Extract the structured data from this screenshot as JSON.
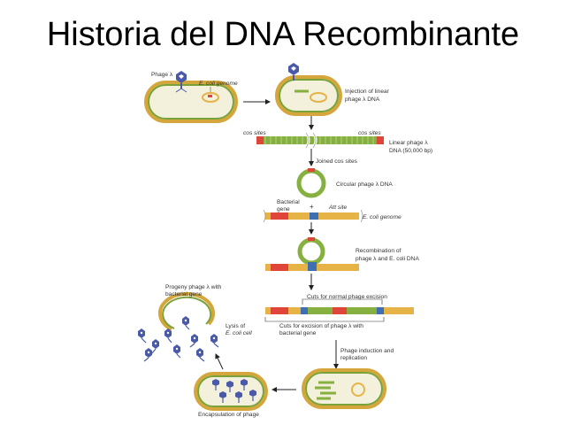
{
  "slide": {
    "title": "Historia del DNA Recombinante"
  },
  "labels": {
    "phage_lambda": "Phage λ",
    "ecoli_genome_top": "E. coli genome",
    "injection_line1": "Injection of linear",
    "injection_line2": "phage λ DNA",
    "cos_left": "cos sites",
    "cos_right": "cos sites",
    "linear_line1": "Linear phage λ",
    "linear_line2": "DNA (50,000 bp)",
    "joined_cos": "Joined cos sites",
    "circular": "Circular phage λ DNA",
    "bacterial_gene_line1": "Bacterial",
    "bacterial_gene_line2": "gene",
    "plus": "+",
    "att_site": "Att site",
    "ecoli_genome_mid": "E. coli genome",
    "recomb_line1": "Recombination of",
    "recomb_line2": "phage λ and E. coli DNA",
    "progeny_line1": "Progeny phage λ with",
    "progeny_line2": "bacterial gene",
    "cuts_normal": "Cuts for normal phage excision",
    "lysis_line1": "Lysis of",
    "lysis_line2": "E. coli cell",
    "cuts_excision_line1": "Cuts for excision of phage λ with",
    "cuts_excision_line2": "bacterial gene",
    "induction_line1": "Phage induction and",
    "induction_line2": "replication",
    "encapsulation": "Encapsulation of phage"
  },
  "colors": {
    "cell_wall": "#d4a63c",
    "cell_rim": "#7aa23a",
    "cell_fill": "#f3f0dc",
    "phage_dna": "#86b040",
    "ecoli_dna": "#e6b347",
    "bacterial_gene": "#e0453a",
    "att_site": "#3f6fb3",
    "phage_head": "#4a5aa8",
    "arrow": "#222222"
  }
}
